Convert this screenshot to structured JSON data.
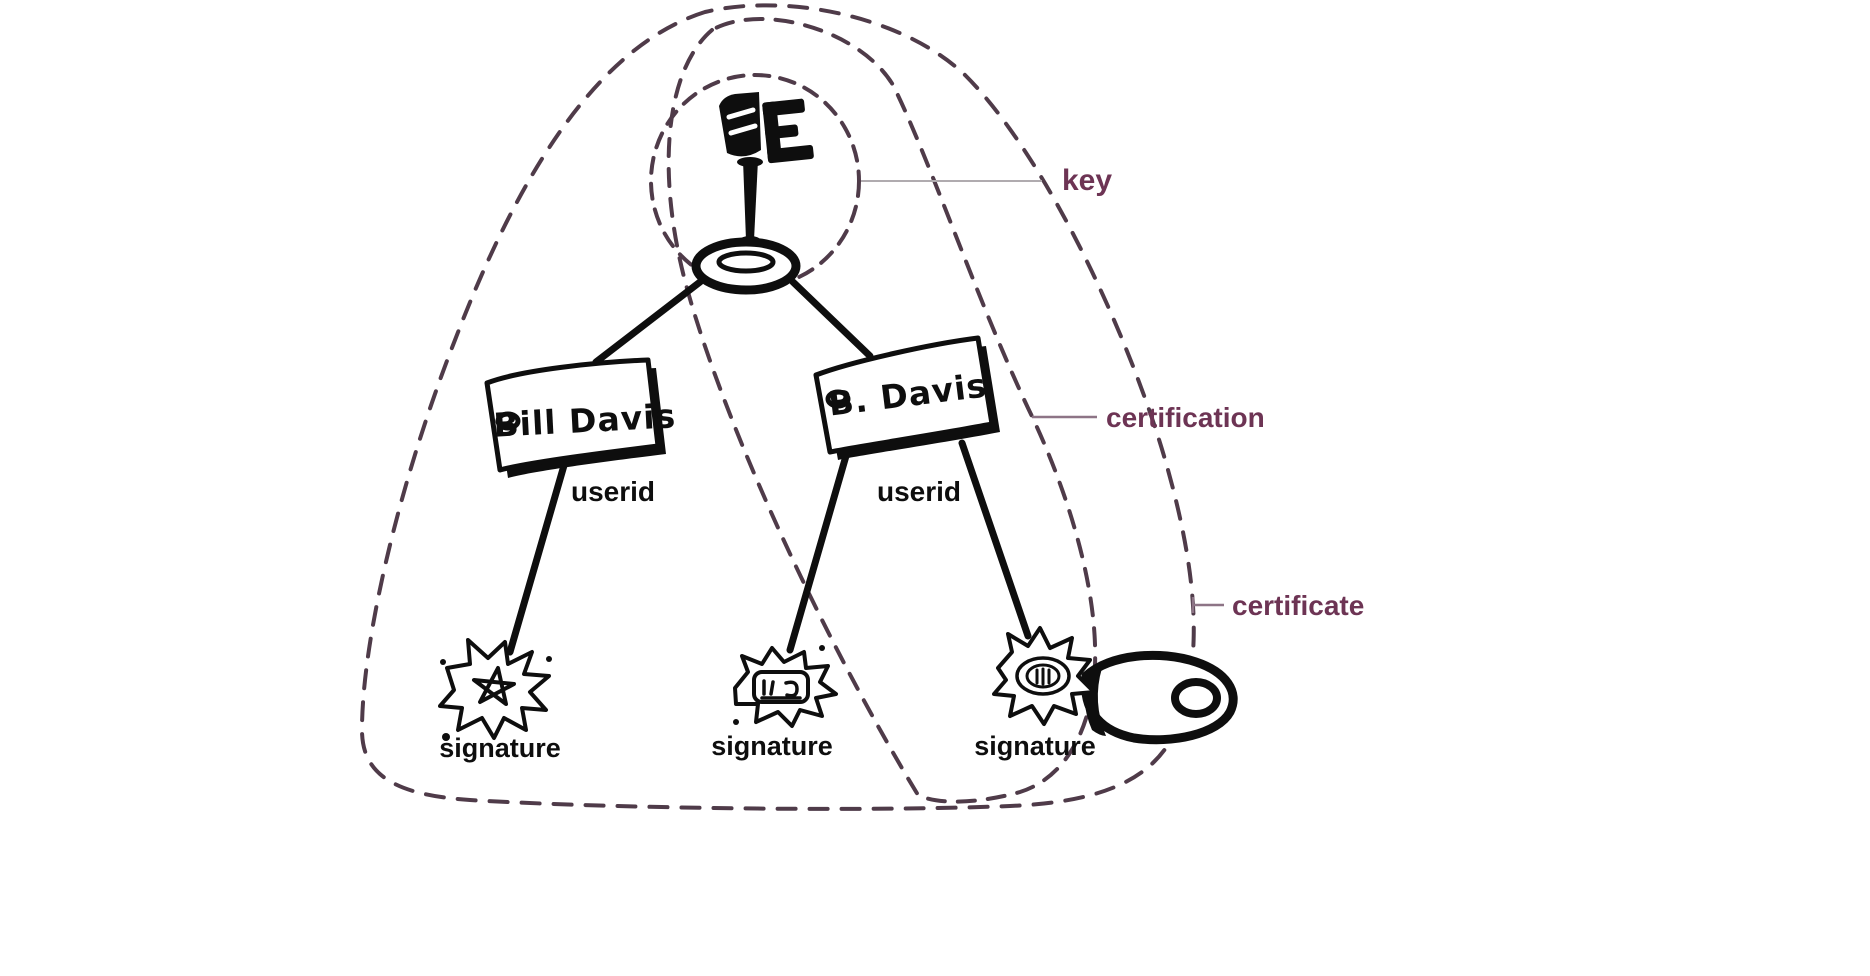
{
  "diagram": {
    "annotations": {
      "key": "key",
      "certification": "certification",
      "certificate": "certificate"
    },
    "userids": [
      {
        "name": "Bill Davis",
        "label": "userid"
      },
      {
        "name": "B. Davis",
        "label": "userid"
      }
    ],
    "signatures": [
      {
        "label": "signature"
      },
      {
        "label": "signature"
      },
      {
        "label": "signature"
      }
    ],
    "colors": {
      "outline_dashed": "#4f3b49",
      "annotation_text": "#6d3454",
      "pointer_line": "#8d7486",
      "key_pointer_line": "#b0abaf",
      "ink": "#0e0e0e",
      "background": "#ffffff"
    }
  }
}
